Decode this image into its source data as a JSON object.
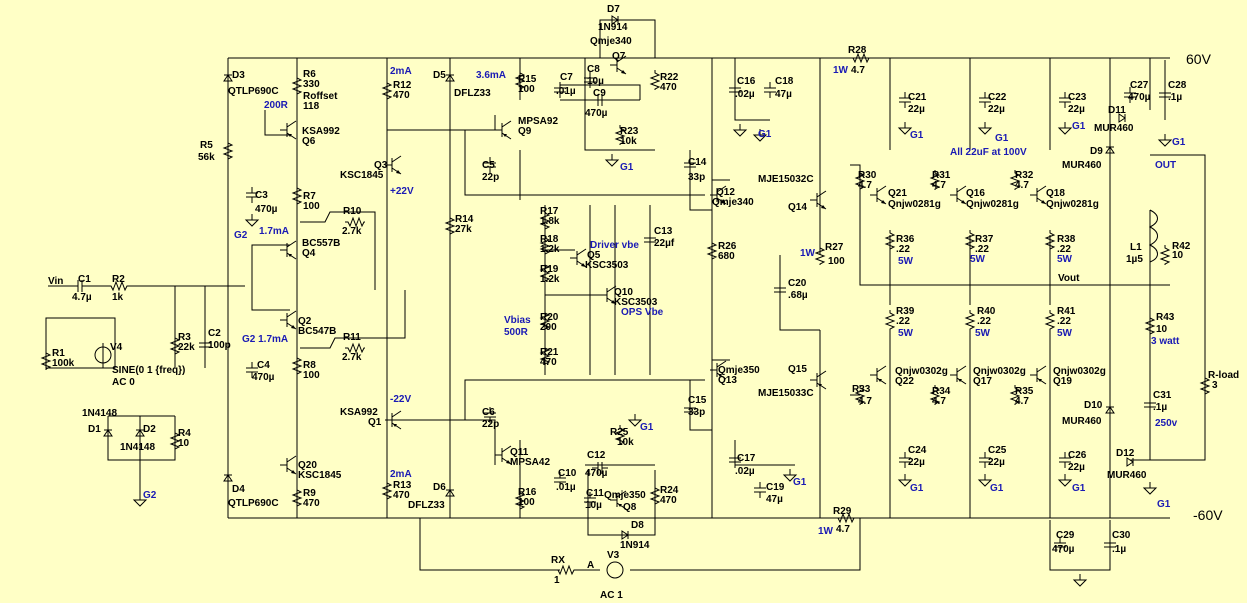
{
  "labels": {
    "p60": "60V",
    "m60": "-60V",
    "g1": "G1",
    "g2": "G2",
    "vin": "Vin",
    "vout": "Vout",
    "out": "OUT",
    "a": "A",
    "v3": "V3",
    "v3ac": "AC 1",
    "rx": "RX",
    "rxv": "1",
    "ma2a": "2mA",
    "ma36": "3.6mA",
    "ma2b": "2mA",
    "ma17a": "1.7mA",
    "ma17b": "G2 1.7mA",
    "v22p": "+22V",
    "v22n": "-22V",
    "r200": "200R",
    "r500": "500R",
    "drvvbe": "Driver vbe",
    "opsvbe": "OPS Vbe",
    "all22": "All 22uF at 100V",
    "w1a": "1W",
    "w1b": "1W",
    "w1c": "1W",
    "w5a": "5W",
    "w5b": "5W",
    "w5c": "5W",
    "w5d": "5W",
    "w5e": "5W",
    "w5f": "5W",
    "w3": "3 watt",
    "v250": "250v",
    "rload": "R-load",
    "rloadv": "3"
  },
  "components": {
    "C1": {
      "ref": "C1",
      "val": "4.7µ"
    },
    "R2": {
      "ref": "R2",
      "val": "1k"
    },
    "R1": {
      "ref": "R1",
      "val": "100k"
    },
    "V4": {
      "ref": "V4",
      "src": "SINE(0 1 {freq})",
      "ac": "AC 0"
    },
    "R3": {
      "ref": "R3",
      "val": "22k"
    },
    "C2": {
      "ref": "C2",
      "val": "100p"
    },
    "D1": {
      "ref": "D1",
      "part": "1N4148"
    },
    "D2": {
      "ref": "D2",
      "part": "1N4148"
    },
    "R4": {
      "ref": "R4",
      "val": "10"
    },
    "D3": {
      "ref": "D3",
      "part": "QTLP690C"
    },
    "D4": {
      "ref": "D4",
      "part": "QTLP690C"
    },
    "R5": {
      "ref": "R5",
      "val": "56k"
    },
    "R6": {
      "ref": "R6",
      "val": "330"
    },
    "Roff": {
      "ref": "Roffset",
      "val": "118"
    },
    "Q6": {
      "ref": "Q6",
      "part": "KSA992"
    },
    "C3": {
      "ref": "C3",
      "val": "470µ"
    },
    "R7": {
      "ref": "R7",
      "val": "100"
    },
    "Q4": {
      "ref": "Q4",
      "part": "BC557B"
    },
    "Q2": {
      "ref": "Q2",
      "part": "BC547B"
    },
    "R8": {
      "ref": "R8",
      "val": "100"
    },
    "C4": {
      "ref": "C4",
      "val": "470µ"
    },
    "Q20": {
      "ref": "Q20",
      "part": "KSC1845"
    },
    "R9": {
      "ref": "R9",
      "val": "470"
    },
    "R12": {
      "ref": "R12",
      "val": "470"
    },
    "Q3": {
      "ref": "Q3",
      "part": "KSC1845"
    },
    "R10": {
      "ref": "R10",
      "val": "2.7k"
    },
    "R11": {
      "ref": "R11",
      "val": "2.7k"
    },
    "Q1": {
      "ref": "Q1",
      "part": "KSA992"
    },
    "R13": {
      "ref": "R13",
      "val": "470"
    },
    "D5": {
      "ref": "D5",
      "part": "DFLZ33"
    },
    "D6": {
      "ref": "D6",
      "part": "DFLZ33"
    },
    "R14": {
      "ref": "R14",
      "val": "27k"
    },
    "R15": {
      "ref": "R15",
      "val": "100"
    },
    "Q9": {
      "ref": "Q9",
      "part": "MPSA92"
    },
    "C5": {
      "ref": "C5",
      "val": "22p"
    },
    "C6": {
      "ref": "C6",
      "val": "22p"
    },
    "Q11": {
      "ref": "Q11",
      "part": "MPSA42"
    },
    "R16": {
      "ref": "R16",
      "val": "100"
    },
    "D7": {
      "ref": "D7",
      "part": "1N914"
    },
    "Q7": {
      "ref": "Q7",
      "part": "Qmje340"
    },
    "C7": {
      "ref": "C7",
      "val": ".01µ"
    },
    "C8": {
      "ref": "C8",
      "val": "10µ"
    },
    "C9": {
      "ref": "C9",
      "val": "470µ"
    },
    "R22": {
      "ref": "R22",
      "val": "470"
    },
    "R23": {
      "ref": "R23",
      "val": "10k"
    },
    "D8": {
      "ref": "D8",
      "part": "1N914"
    },
    "Q8": {
      "ref": "Q8",
      "part": "Qmje350"
    },
    "C10": {
      "ref": "C10",
      "val": ".01µ"
    },
    "C11": {
      "ref": "C11",
      "val": "10µ"
    },
    "C12": {
      "ref": "C12",
      "val": "470µ"
    },
    "R24": {
      "ref": "R24",
      "val": "470"
    },
    "R25": {
      "ref": "R25",
      "val": "10k"
    },
    "R17": {
      "ref": "R17",
      "val": "1.8k"
    },
    "R18": {
      "ref": "R18",
      "val": "1.2k"
    },
    "R19": {
      "ref": "R19",
      "val": "1.2k"
    },
    "R20": {
      "ref": "R20",
      "val": "200"
    },
    "R21": {
      "ref": "R21",
      "val": "470"
    },
    "Q5": {
      "ref": "Q5",
      "part": "KSC3503"
    },
    "Q10": {
      "ref": "Q10",
      "part": "KSC3503"
    },
    "C13": {
      "ref": "C13",
      "val": "22µf"
    },
    "C14": {
      "ref": "C14",
      "val": "33p"
    },
    "Q12": {
      "ref": "Q12",
      "part": "Qmje340"
    },
    "R26": {
      "ref": "R26",
      "val": "680"
    },
    "C15": {
      "ref": "C15",
      "val": "33p"
    },
    "Q13": {
      "ref": "Q13",
      "part": "Qmje350"
    },
    "C16": {
      "ref": "C16",
      "val": ".02µ"
    },
    "C18": {
      "ref": "C18",
      "val": "47µ"
    },
    "C17": {
      "ref": "C17",
      "val": ".02µ"
    },
    "C19": {
      "ref": "C19",
      "val": "47µ"
    },
    "R28": {
      "ref": "R28",
      "val": "4.7"
    },
    "R29": {
      "ref": "R29",
      "val": "4.7"
    },
    "Q14": {
      "ref": "Q14",
      "part": "MJE15032C"
    },
    "Q15": {
      "ref": "Q15",
      "part": "MJE15033C"
    },
    "R27": {
      "ref": "R27",
      "val": "100"
    },
    "C20": {
      "ref": "C20",
      "val": ".68µ"
    },
    "C21": {
      "ref": "C21",
      "val": "22µ"
    },
    "C22": {
      "ref": "C22",
      "val": "22µ"
    },
    "C23": {
      "ref": "C23",
      "val": "22µ"
    },
    "C24": {
      "ref": "C24",
      "val": "22µ"
    },
    "C25": {
      "ref": "C25",
      "val": "22µ"
    },
    "C26": {
      "ref": "C26",
      "val": "22µ"
    },
    "R30": {
      "ref": "R30",
      "val": "4.7"
    },
    "R31": {
      "ref": "R31",
      "val": "4.7"
    },
    "R32": {
      "ref": "R32",
      "val": "4.7"
    },
    "R33": {
      "ref": "R33",
      "val": "4.7"
    },
    "R34": {
      "ref": "R34",
      "val": "4.7"
    },
    "R35": {
      "ref": "R35",
      "val": "4.7"
    },
    "Q21": {
      "ref": "Q21",
      "part": "Qnjw0281g"
    },
    "Q16": {
      "ref": "Q16",
      "part": "Qnjw0281g"
    },
    "Q18": {
      "ref": "Q18",
      "part": "Qnjw0281g"
    },
    "Q22": {
      "ref": "Q22",
      "part": "Qnjw0302g"
    },
    "Q17": {
      "ref": "Q17",
      "part": "Qnjw0302g"
    },
    "Q19": {
      "ref": "Q19",
      "part": "Qnjw0302g"
    },
    "R36": {
      "ref": "R36",
      "val": ".22"
    },
    "R37": {
      "ref": "R37",
      "val": ".22"
    },
    "R38": {
      "ref": "R38",
      "val": ".22"
    },
    "R39": {
      "ref": "R39",
      "val": ".22"
    },
    "R40": {
      "ref": "R40",
      "val": ".22"
    },
    "R41": {
      "ref": "R41",
      "val": ".22"
    },
    "C27": {
      "ref": "C27",
      "val": "470µ"
    },
    "C28": {
      "ref": "C28",
      "val": ".1µ"
    },
    "C29": {
      "ref": "C29",
      "val": "470µ"
    },
    "C30": {
      "ref": "C30",
      "val": ".1µ"
    },
    "D9": {
      "ref": "D9",
      "part": "MUR460"
    },
    "D10": {
      "ref": "D10",
      "part": "MUR460"
    },
    "D11": {
      "ref": "D11",
      "part": "MUR460"
    },
    "D12": {
      "ref": "D12",
      "part": "MUR460"
    },
    "L1": {
      "ref": "L1",
      "val": "1µ5"
    },
    "R42": {
      "ref": "R42",
      "val": "10"
    },
    "R43": {
      "ref": "R43",
      "val": "10"
    },
    "C31": {
      "ref": "C31",
      "val": ".1µ"
    }
  }
}
